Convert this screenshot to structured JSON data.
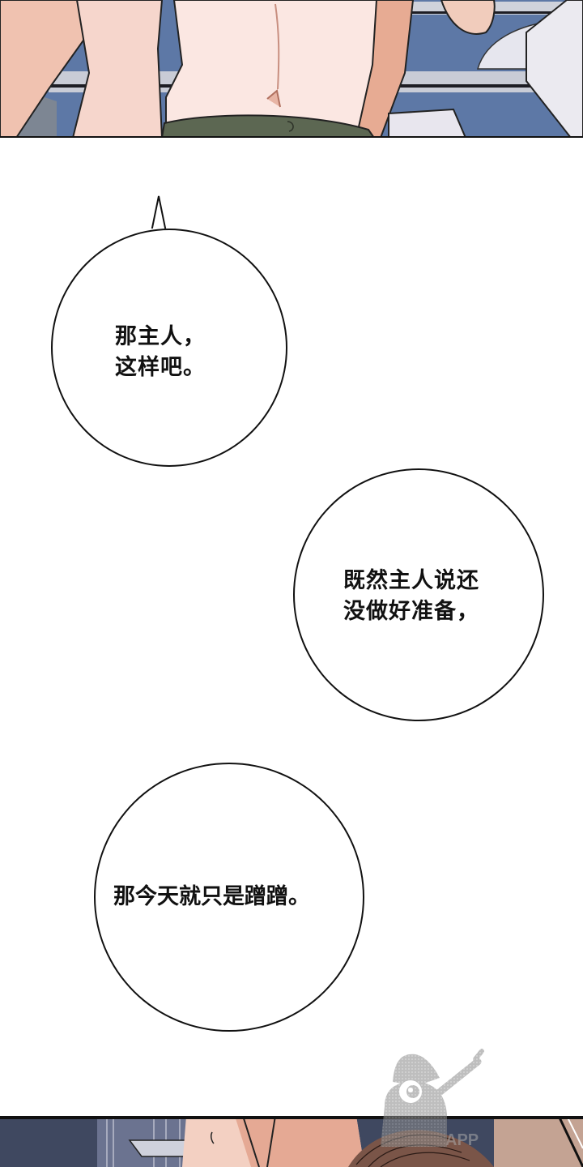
{
  "page": {
    "type": "webtoon-strip",
    "background": "#ffffff"
  },
  "panels": {
    "top": {
      "description": "Comic panel: close-up of a shirtless figure's torso and arms above green pants, against a blue vehicle/bus interior with grey-white handrails",
      "colors": {
        "skin": "#f4d2c6",
        "skin_shadow": "#d99c86",
        "background_blue": "#5d78a6",
        "rail": "#c9ccd6",
        "pants": "#5c6752",
        "border": "#111111"
      }
    },
    "bottom": {
      "description": "Comic panel (cropped): figure with skin tones, dark curly hair and speed lines, partially covered by watermark",
      "colors": {
        "skin": "#e9b39f",
        "dark_bg": "#3f4860",
        "hair": "#6a4a3e",
        "border": "#111111"
      }
    }
  },
  "bubbles": [
    {
      "id": "bubble-1",
      "text": "那主人，\n这样吧。",
      "has_tail": true
    },
    {
      "id": "bubble-2",
      "text": "既然主人说还\n没做好准备，",
      "has_tail": false
    },
    {
      "id": "bubble-3",
      "text": "那今天就只是蹭蹭。",
      "has_tail": false
    }
  ],
  "watermark": {
    "icon": "mascot-with-eye-and-guitar-icon",
    "partial_text": "APP",
    "color": "#9a9a9a"
  }
}
